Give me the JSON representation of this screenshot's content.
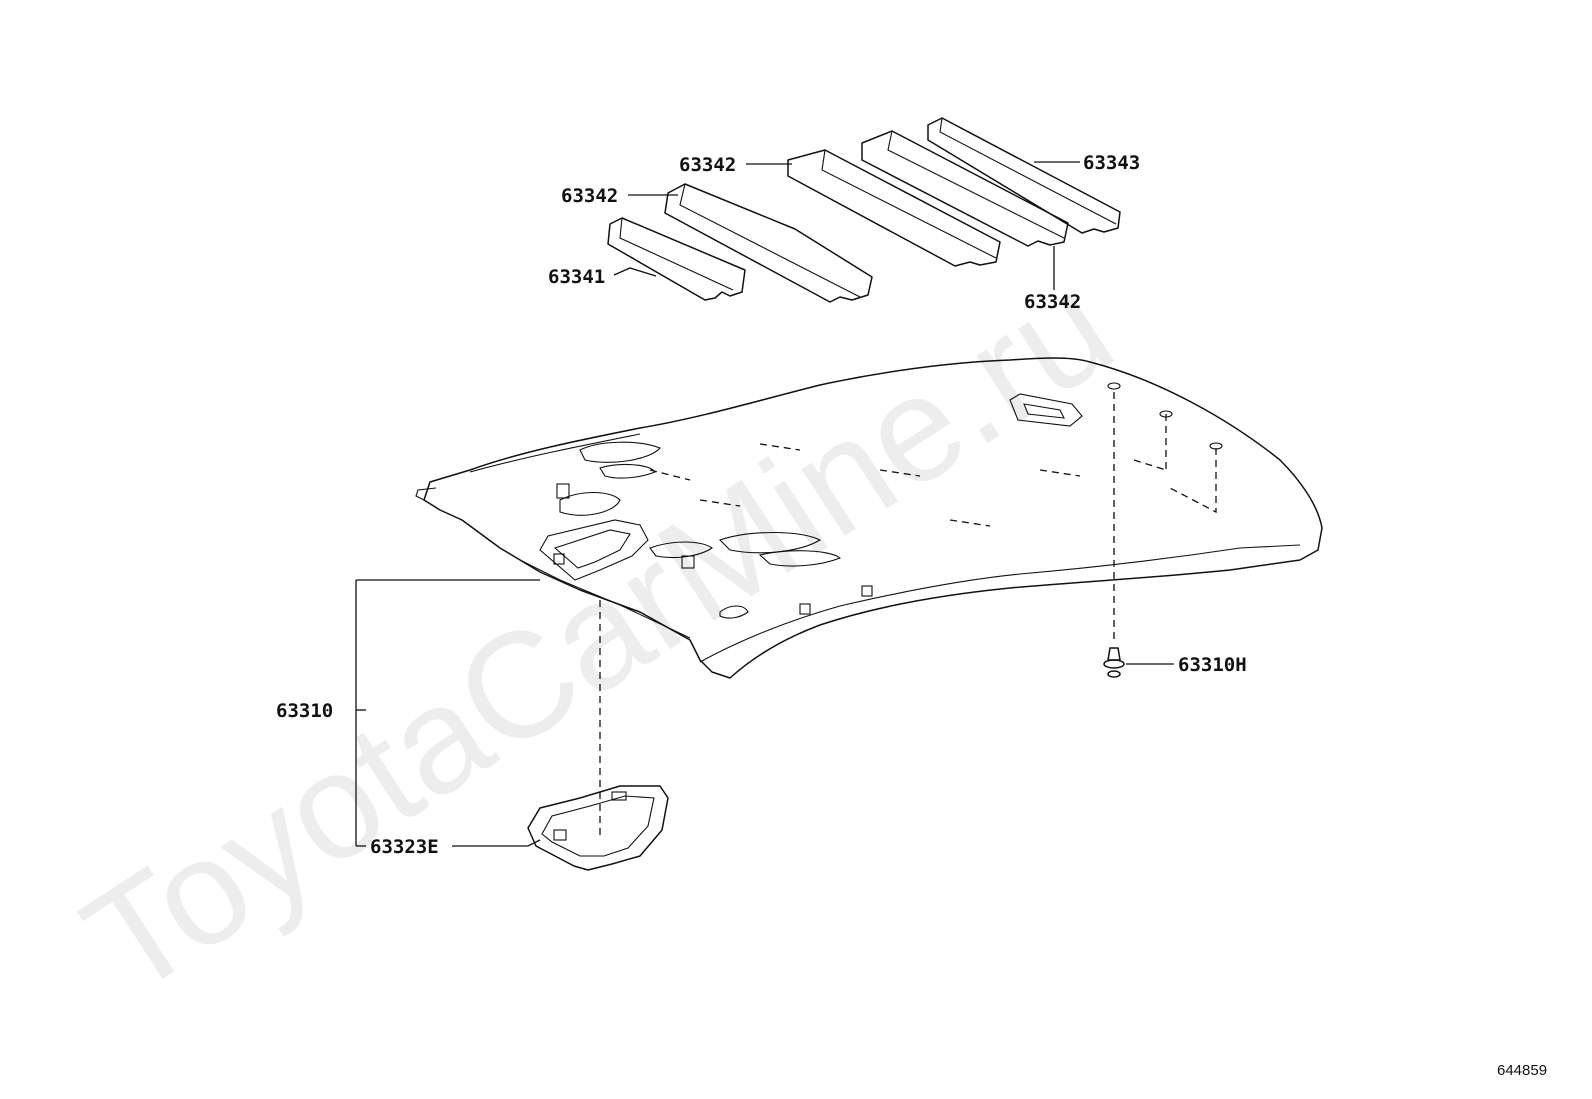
{
  "watermark": "ToyotaCarMine.ru",
  "diagram_code": "644859",
  "part_labels": {
    "foam_63341": "63341",
    "foam_63342_a": "63342",
    "foam_63342_b": "63342",
    "foam_63342_c": "63342",
    "foam_63343": "63343",
    "headliner": "63310",
    "clip": "63310H",
    "bezel": "63323E"
  }
}
